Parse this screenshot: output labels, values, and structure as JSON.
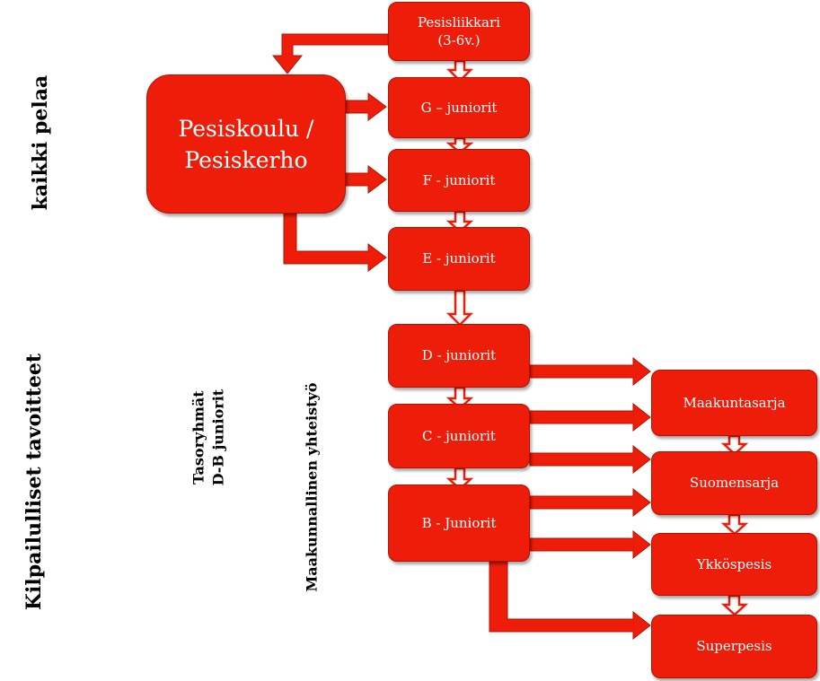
{
  "side_labels": {
    "kaikki": "kaikki pelaa",
    "kilpailu": "Kilpailulliset tavoitteet",
    "tasoryhmat_line1": "Tasoryhmät",
    "tasoryhmat_line2": "D-B juniorit",
    "maakunnallinen": "Maakunnallinen yhteistyö"
  },
  "boxes": {
    "pesisliikkari": "Pesisliikkari\n(3-6v.)",
    "pesiskoulu": "Pesiskoulu /\nPesiskerho",
    "g": "G – juniorit",
    "f": "F - juniorit",
    "e": "E - juniorit",
    "d": "D - juniorit",
    "c": "C - juniorit",
    "b": "B - Juniorit",
    "maakuntasarja": "Maakuntasarja",
    "suomensarja": "Suomensarja",
    "ykkospesis": "Ykköspesis",
    "superpesis": "Superpesis"
  },
  "colors": {
    "box": "#ee1d0a",
    "arrow": "#ee1d0a",
    "arrow_outline": "#b51000",
    "text": "#ffffff"
  }
}
